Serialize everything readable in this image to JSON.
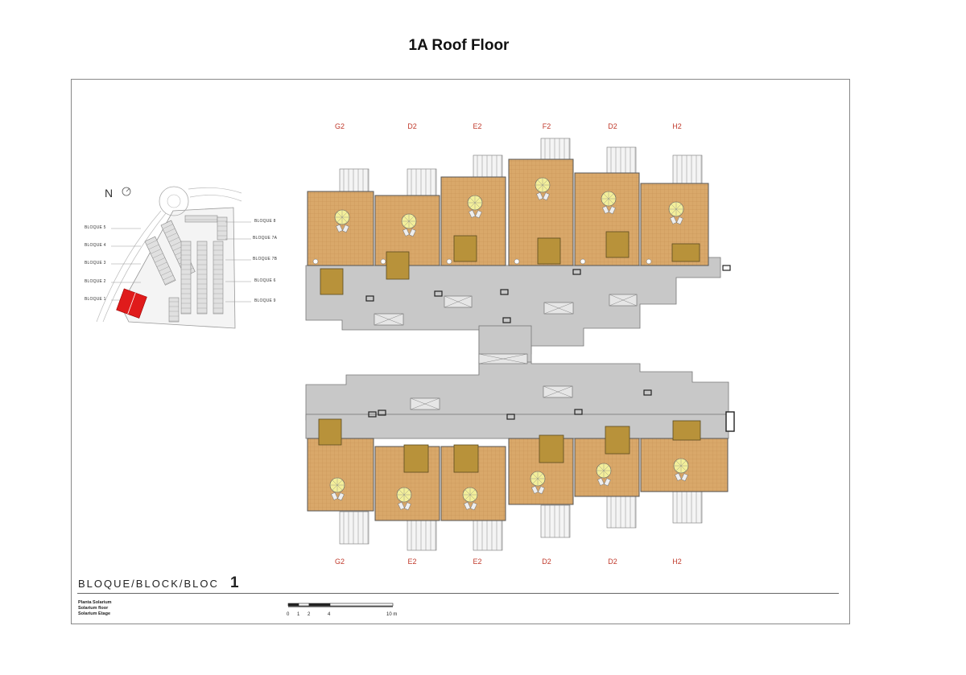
{
  "title": "1A Roof Floor",
  "site_plan": {
    "north": "N",
    "left_labels": [
      "BLOQUE 5",
      "BLOQUE 4",
      "BLOQUE 3",
      "BLOQUE 2",
      "BLOQUE 1"
    ],
    "right_labels": [
      "BLOQUE 8",
      "BLOQUE 7A",
      "BLOQUE 7B",
      "BLOQUE 6",
      "BLOQUE 9"
    ],
    "highlight_color": "#e01b1b"
  },
  "plan": {
    "top_units": [
      "G2",
      "D2",
      "E2",
      "F2",
      "D2",
      "H2"
    ],
    "bottom_units": [
      "G2",
      "E2",
      "E2",
      "D2",
      "D2",
      "H2"
    ],
    "colors": {
      "terrace": "#d9a86a",
      "stair": "#b8923a",
      "common": "#c8c8c8",
      "parasol": "#f3ef9a",
      "label": "#c0392b"
    }
  },
  "footer": {
    "block_label": "BLOQUE/BLOCK/BLOC",
    "block_number": "1",
    "legend": [
      "Planta Solarium",
      "Solarium floor",
      "Solarium Etage"
    ],
    "scale_ticks": [
      "0",
      "1",
      "2",
      "4",
      "10 m"
    ]
  }
}
